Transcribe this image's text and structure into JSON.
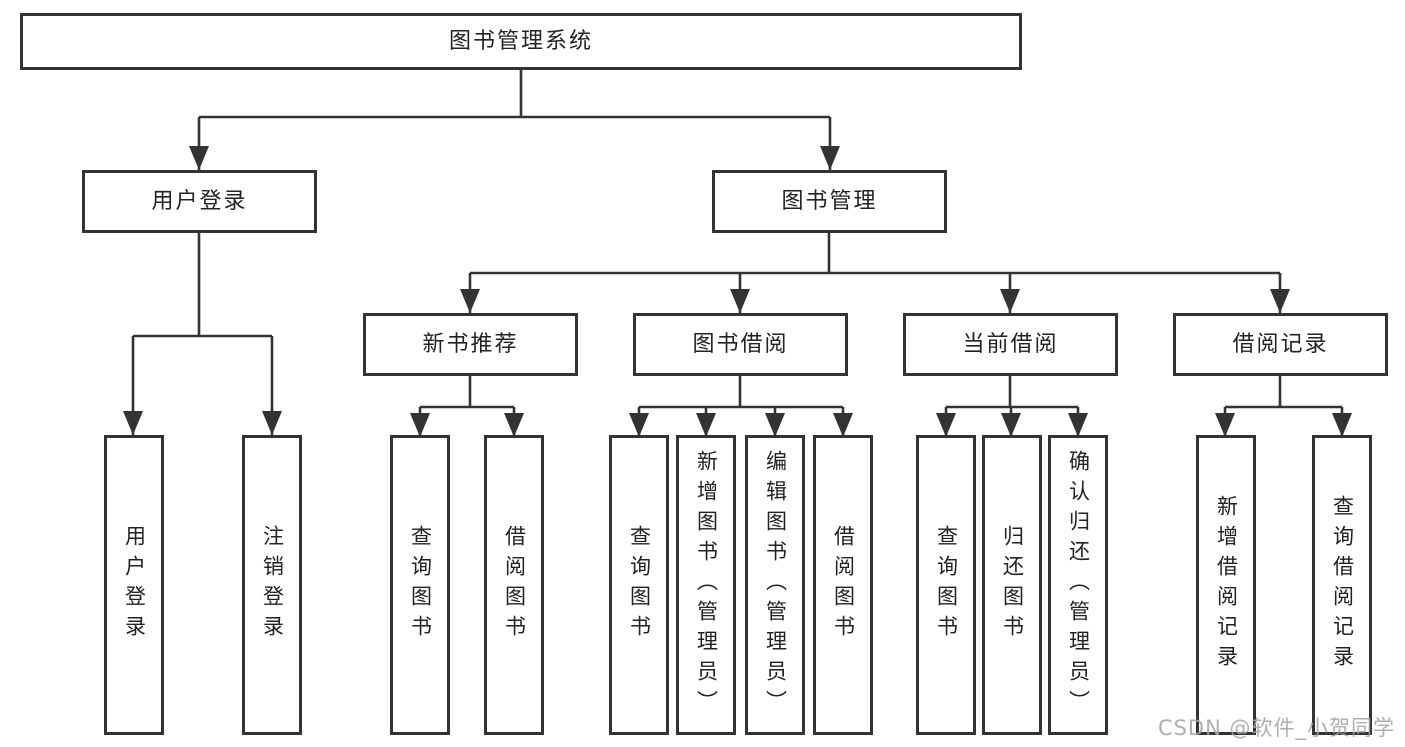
{
  "diagram": {
    "root": {
      "label": "图书管理系统"
    },
    "level2": [
      {
        "label": "用户登录",
        "children": [
          {
            "label": "用户登录"
          },
          {
            "label": "注销登录"
          }
        ]
      },
      {
        "label": "图书管理",
        "children": [
          {
            "label": "新书推荐",
            "children": [
              {
                "label": "查询图书"
              },
              {
                "label": "借阅图书"
              }
            ]
          },
          {
            "label": "图书借阅",
            "children": [
              {
                "label": "查询图书"
              },
              {
                "label": "新增图书（管理员）"
              },
              {
                "label": "编辑图书（管理员）"
              },
              {
                "label": "借阅图书"
              }
            ]
          },
          {
            "label": "当前借阅",
            "children": [
              {
                "label": "查询图书"
              },
              {
                "label": "归还图书"
              },
              {
                "label": "确认归还（管理员）"
              }
            ]
          },
          {
            "label": "借阅记录",
            "children": [
              {
                "label": "新增借阅记录"
              },
              {
                "label": "查询借阅记录"
              }
            ]
          }
        ]
      }
    ]
  },
  "watermark": {
    "text": "CSDN @软件_小贺同学"
  },
  "colors": {
    "line": "#333333",
    "text": "#222222",
    "background": "#ffffff",
    "watermark": "#a5a6ac"
  }
}
